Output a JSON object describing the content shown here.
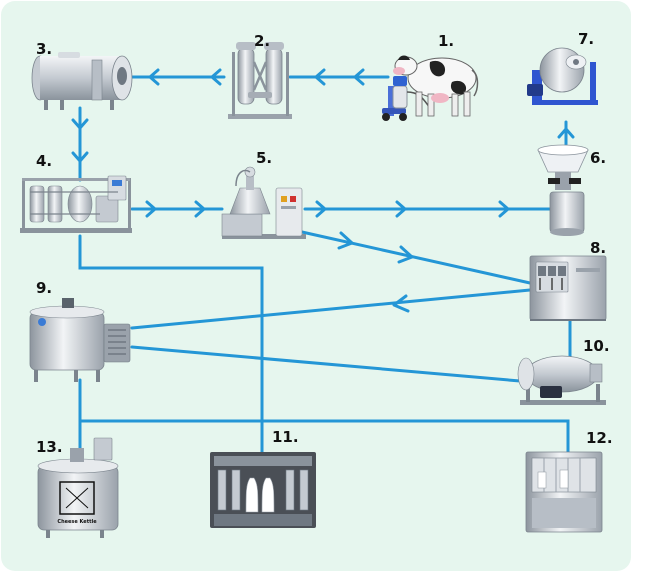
{
  "diagram": {
    "colors": {
      "panel": "#e6f6ee",
      "line": "#2496d6",
      "steel_light": "#eef1f4",
      "steel_mid": "#b7bec6",
      "steel_dark": "#6f7882"
    },
    "equipment": [
      {
        "id": "1",
        "label": "1.",
        "icon": "cow-milking-icon"
      },
      {
        "id": "2",
        "label": "2.",
        "icon": "filter-icon"
      },
      {
        "id": "3",
        "label": "3.",
        "icon": "cooling-tank-icon"
      },
      {
        "id": "4",
        "label": "4.",
        "icon": "pasteurizer-icon"
      },
      {
        "id": "5",
        "label": "5.",
        "icon": "separator-icon"
      },
      {
        "id": "6",
        "label": "6.",
        "icon": "cream-separator-icon"
      },
      {
        "id": "7",
        "label": "7.",
        "icon": "butter-churn-icon"
      },
      {
        "id": "8",
        "label": "8.",
        "icon": "homogenizer-icon"
      },
      {
        "id": "9",
        "label": "9.",
        "icon": "process-tank-icon"
      },
      {
        "id": "10",
        "label": "10.",
        "icon": "mixer-icon"
      },
      {
        "id": "11",
        "label": "11.",
        "icon": "bottle-filler-icon"
      },
      {
        "id": "12",
        "label": "12.",
        "icon": "packaging-machine-icon"
      },
      {
        "id": "13",
        "label": "13.",
        "icon": "cheese-kettle-icon",
        "print": "Cheese Kettle"
      }
    ]
  }
}
